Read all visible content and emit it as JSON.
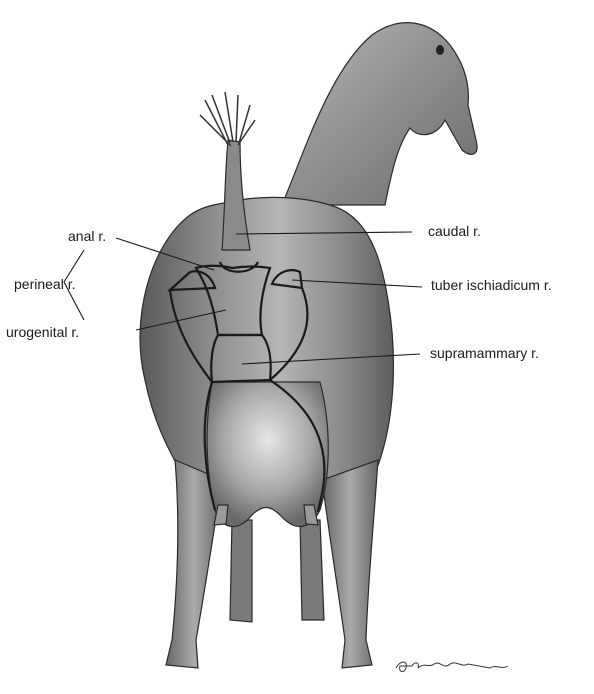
{
  "labels": {
    "anal": "anal r.",
    "perineal": "perineal r.",
    "urogenital": "urogenital r.",
    "caudal": "caudal r.",
    "tuber": "tuber ischiadicum r.",
    "supramammary": "supramammary r."
  },
  "colors": {
    "background": "#ffffff",
    "line": "#1a1a1a",
    "body_dark": "#5e5e5e",
    "body_mid": "#8f8f8f",
    "body_light": "#c9c9c9"
  },
  "icons": {
    "signature": "artist-signature-icon"
  }
}
